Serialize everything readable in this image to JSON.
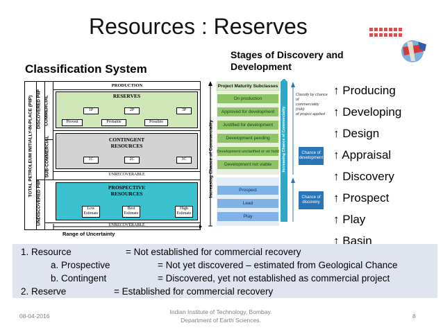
{
  "title": "Resources : Reserves",
  "left_heading": "Classification System",
  "right_heading_line1": "Stages of Discovery and",
  "right_heading_line2": "Development",
  "classification": {
    "total_label": "TOTAL PETROLEUM INITIALLY-IN-PLACE (PIIP)",
    "discovered_label": "DISCOVERED PIIP",
    "undiscovered_label": "UNDISCOVERED PIIP",
    "commercial_label": "COMMERCIAL",
    "subcommercial_label": "SUB-COMMERCIAL",
    "production": "PRODUCTION",
    "reserves": "RESERVES",
    "reserves_categories": [
      "1P",
      "2P",
      "3P"
    ],
    "reserves_classes": [
      "Proved",
      "Probable",
      "Possible"
    ],
    "contingent_line1": "CONTINGENT",
    "contingent_line2": "RESOURCES",
    "contingent_categories": [
      "1C",
      "2C",
      "3C"
    ],
    "unrecoverable": "UNRECOVERABLE",
    "prospective_line1": "PROSPECTIVE",
    "prospective_line2": "RESOURCES",
    "estimates": [
      {
        "line1": "Low",
        "line2": "Estimate"
      },
      {
        "line1": "Best",
        "line2": "Estimate"
      },
      {
        "line1": "High",
        "line2": "Estimate"
      }
    ],
    "range_label": "Range of Uncertainty",
    "colors": {
      "reserves": "#cfe7b6",
      "contingent": "#d3d3d3",
      "prospective": "#3cc2cf"
    }
  },
  "maturity": {
    "header": "Project Maturity Subclasses",
    "green_rows": [
      "On production",
      "Approved for development",
      "Justified for development",
      "Development pending",
      "Development unclarified or on hold",
      "Development not viable"
    ],
    "blue_rows": [
      "Prospect",
      "Lead",
      "Play"
    ],
    "axis_label": "Increasing Chance of Commerciality",
    "bar_label": "Increasing Chance of Commerciality",
    "note_line1": "Classify by chance of",
    "note_line2": "commerciality (risk)",
    "note_line3": "of project applied",
    "dev_box_line1": "Chance of",
    "dev_box_line2": "development",
    "disc_box_line1": "Chance of",
    "disc_box_line2": "discovery",
    "colors": {
      "green": "#8fc466",
      "blue": "#7fb2e6",
      "bar": "#2ea8c4"
    }
  },
  "stages": [
    "Producing",
    "Developing",
    "Design",
    "Appraisal",
    "Discovery",
    "Prospect",
    "Play",
    "Basin"
  ],
  "definitions": {
    "d1_label": "1.  Resource",
    "d1_text": "= Not established for commercial recovery",
    "d1a_label": "a.   Prospective",
    "d1a_text": "= Not yet discovered – estimated from Geological Chance",
    "d1b_label": "b.   Contingent",
    "d1b_text": "= Discovered, yet not established as commercial project",
    "d2_label": "2.  Reserve",
    "d2_text": "= Established for commercial recovery"
  },
  "footer": {
    "date": "08-04-2016",
    "institute_line1": "Indian Institute of Technology, Bombay.",
    "institute_line2": "Department of Earth Sciences.",
    "page": "8"
  }
}
